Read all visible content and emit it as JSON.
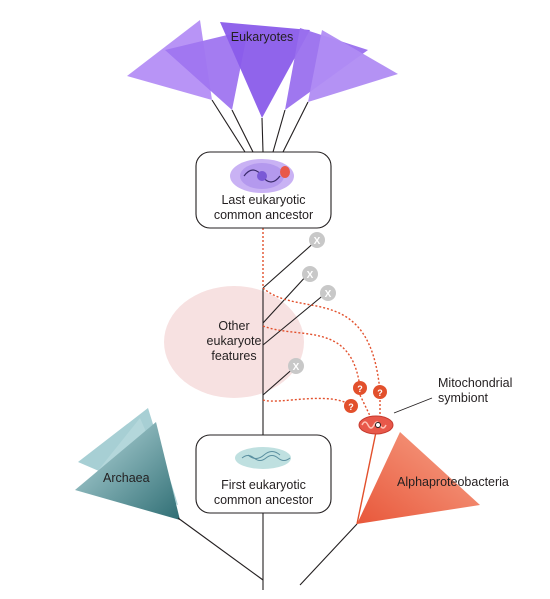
{
  "labels": {
    "eukaryotes": "Eukaryotes",
    "leca_line1": "Last eukaryotic",
    "leca_line2": "common ancestor",
    "other_line1": "Other",
    "other_line2": "eukaryote",
    "other_line3": "features",
    "mito_line1": "Mitochondrial",
    "mito_line2": "symbiont",
    "archaea": "Archaea",
    "feca_line1": "First eukaryotic",
    "feca_line2": "common ancestor",
    "alphaproteobacteria": "Alphaproteobacteria"
  },
  "markers": {
    "extinct_symbol": "X",
    "unknown_symbol": "?"
  },
  "colors": {
    "eukaryote_fan": "#9b6cf0",
    "archaea": "#4e8d91",
    "alphaproteobacteria": "#ee6a4e",
    "features_blob": "#f7e1e1",
    "dotted_lines": "#e2502c",
    "extinct_marker": "#c8c8c8",
    "unknown_marker": "#e2502c",
    "tree_lines": "#231f20"
  }
}
